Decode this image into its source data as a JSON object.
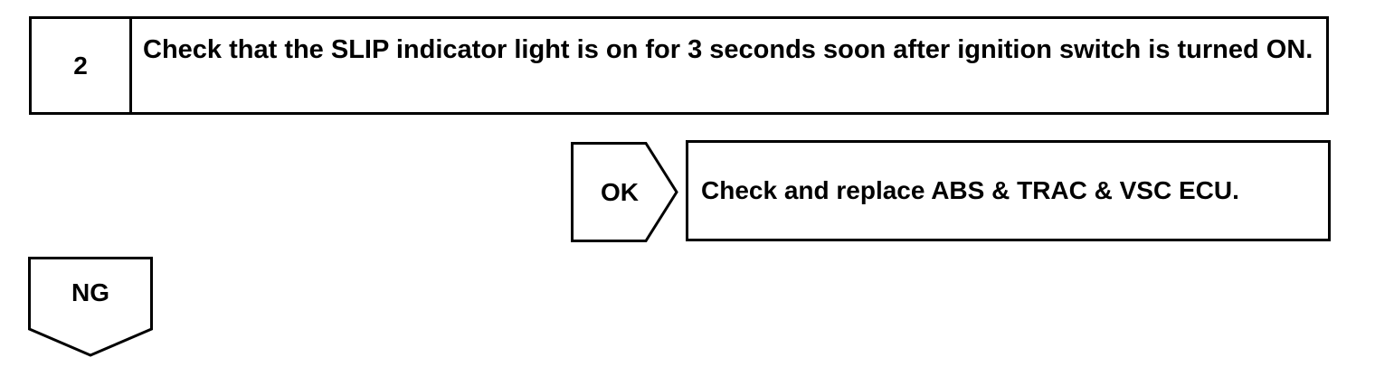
{
  "step": {
    "number": "2",
    "text": "Check that the SLIP indicator light is on for 3 seconds soon after ignition switch is turned ON."
  },
  "ok_branch": {
    "label": "OK",
    "action": "Check and replace ABS & TRAC & VSC ECU."
  },
  "ng_branch": {
    "label": "NG"
  }
}
